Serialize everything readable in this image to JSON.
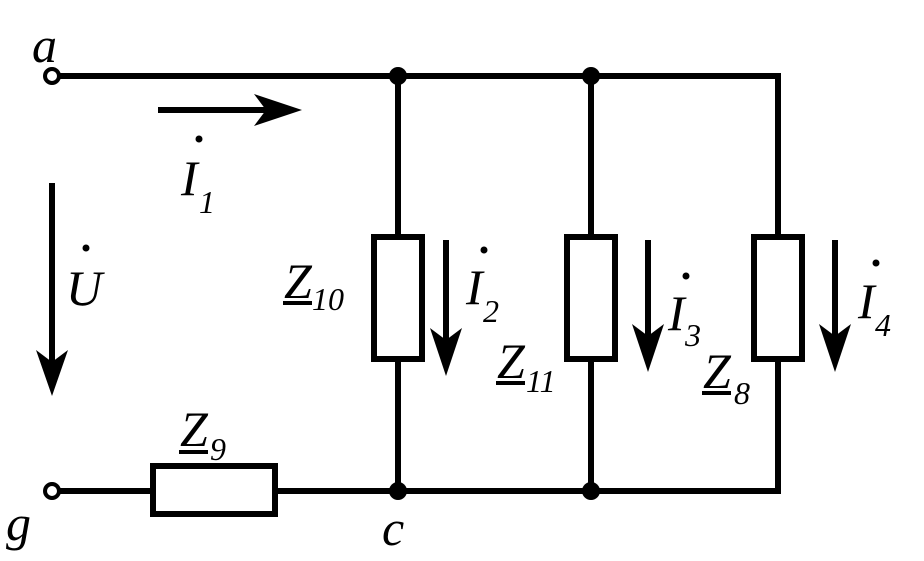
{
  "nodes": {
    "a": "a",
    "g": "g",
    "c": "c"
  },
  "voltage": {
    "symbol": "U"
  },
  "currents": [
    {
      "symbol": "I",
      "index": "1"
    },
    {
      "symbol": "I",
      "index": "2"
    },
    {
      "symbol": "I",
      "index": "3"
    },
    {
      "symbol": "I",
      "index": "4"
    }
  ],
  "impedances": [
    {
      "symbol": "Z",
      "index": "10"
    },
    {
      "symbol": "Z",
      "index": "11"
    },
    {
      "symbol": "Z",
      "index": "8"
    },
    {
      "symbol": "Z",
      "index": "9"
    }
  ]
}
